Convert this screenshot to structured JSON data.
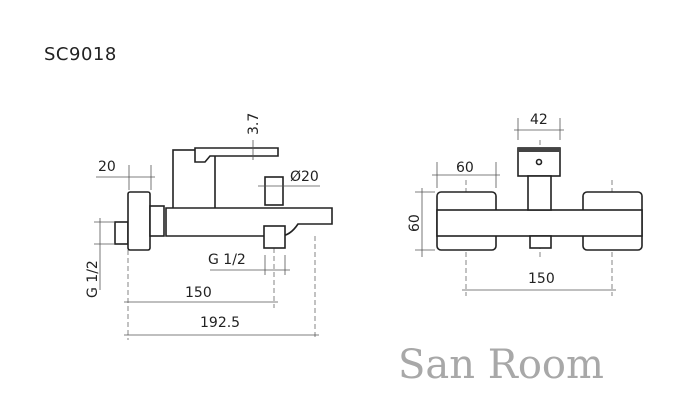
{
  "model": "SC9018",
  "watermark": "San Room",
  "side_view": {
    "lever_offset": "3.7",
    "flange_width": "20",
    "diverter_diameter": "Ø20",
    "outlet_thread": "G 1/2",
    "inlet_thread": "G 1/2",
    "centre_to_outlet": "150",
    "overall_length": "192.5"
  },
  "front_view": {
    "body_width": "42",
    "flange_width": "60",
    "flange_height": "60",
    "centre_distance": "150"
  }
}
